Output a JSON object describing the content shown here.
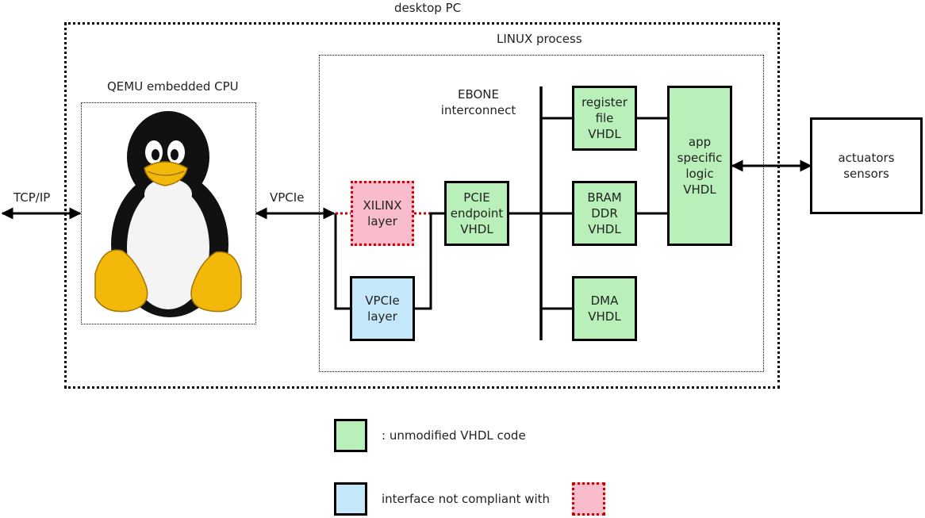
{
  "labels": {
    "desktop_pc": "desktop PC",
    "linux_process": "LINUX process",
    "qemu_cpu": "QEMU embedded CPU",
    "ebone": "EBONE\ninterconnect",
    "tcpip": "TCP/IP",
    "vpcie_link": "VPCIe"
  },
  "blocks": {
    "xilinx_layer": "XILINX\nlayer",
    "vpcie_layer": "VPCIe\nlayer",
    "pcie_endpoint": "PCIE\nendpoint\nVHDL",
    "register_file": "register\nfile\nVHDL",
    "bram_ddr": "BRAM\nDDR\nVHDL",
    "dma": "DMA\nVHDL",
    "app_logic": "app\nspecific\nlogic\nVHDL",
    "actuators_sensors": "actuators\nsensors"
  },
  "icons": {
    "cpu_mascot": "tux-penguin-icon"
  },
  "legend": {
    "unmodified": ": unmodified VHDL code",
    "not_compliant": "interface not compliant with"
  },
  "colors": {
    "green": "#b9f0b9",
    "blue": "#c4e8fa",
    "pink": "#f8bccc",
    "pink_border": "#d00000"
  }
}
